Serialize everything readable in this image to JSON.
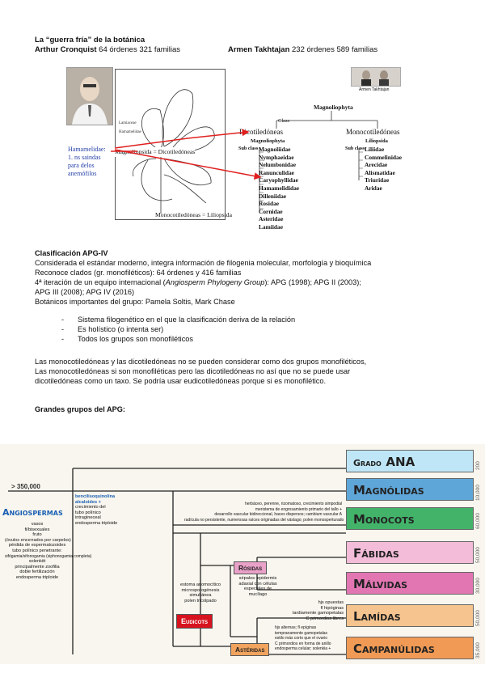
{
  "header": {
    "title": "La “guerra fría” de la botánica",
    "cronquist_name": "Arthur Cronquist",
    "cronquist_counts": "64 órdenes 321 familias",
    "takhtajan_name": "Armen Takhtajan",
    "takhtajan_counts": "232 órdenes 589 familias"
  },
  "figure1": {
    "photo_caption": "Armen Takhtajan",
    "hand_labels": {
      "hamamelidae": "Hamamelidae:",
      "amentos": "1. ns saindas",
      "paradelos": "para delos",
      "anemofilos": "anemófilos",
      "magnoliopsida": "Magnoliopsida = Dicotiledóneas",
      "monocot": "Monocotiledóneas = Liliopsida",
      "liliopsida_small": "Liliopsida"
    },
    "tree": {
      "root": "Magnoliophyta",
      "class_label": "Class",
      "dicot_title": "Dicotiledóneas",
      "dicot_sub": "Magnoliophyta",
      "monocot_title": "Monocotiledóneas",
      "monocot_sub": "Liliopsida",
      "subclass_label": "Sub class",
      "dicot_items": [
        "Magnoliidae",
        "Nymphaeidae",
        "Nelumbonidae",
        "Ranunculidae",
        "Caryophyllidae",
        "Hamamelididae",
        "Dilleniidae",
        "Rosidae",
        "Cornidae",
        "Asteridae",
        "Lamiidae"
      ],
      "monocot_items": [
        "Liliidae",
        "Commelinidae",
        "Arecidae",
        "Alismatidae",
        "Triuridae",
        "Aridae"
      ]
    }
  },
  "apg": {
    "title": "Clasificación APG-IV",
    "lines": [
      "Considerada el estándar moderno, integra información de filogenia molecular, morfología y bioquímica",
      "Reconoce clados (gr. monofiléticos): 64 órdenes y 416 familias",
      "4ª iteración de un equipo internacional (",
      "Angiosperm Phylogeny Group",
      "): APG (1998); APG II (2003);",
      "APG III (2008); APG IV (2016)",
      "Botánicos importantes del grupo: Pamela Soltis, Mark Chase"
    ],
    "bullets": [
      "Sistema filogenético en el que la clasificación deriva de la relación",
      "Es holístico (o intenta ser)",
      "Todos los grupos son monofiléticos"
    ],
    "paragraph": [
      "Las monocotiledóneas y las dicotiledóneas no se pueden considerar como dos grupos monofiléticos,",
      "Las monocotiledóneas si son monofiléticas pero las dicotiledóneas no así que no se puede usar",
      "dicotiledóneas como un taxo. Se podría usar eudicotiledóneas porque si es monofilético."
    ],
    "subtitle": "Grandes grupos del APG:"
  },
  "figure2": {
    "count_total": "> 350,000",
    "angio_label": "Angiospermas",
    "angio_traits": [
      "vasos",
      "fi/bisexuales",
      "fruto",
      "(óvulos encerrados por carpelos)",
      "pérdida de espermatozoides",
      "tubo polínico penetrante:",
      "sifógamia/sifonogamia (siphonogamia completa)",
      "solenkitt",
      "principalmente zoofilia",
      "doble fertilización",
      "endosperma triploide"
    ],
    "node1_text": [
      "bencilisoquinolina",
      "alcaloides +",
      "crecimiento del",
      "tubo polínico",
      "intragineceal",
      "endosperma triploide"
    ],
    "magn_traits": [
      "herbáceo, perenne, rizomatoso, crecimiento simpodial",
      "meristema de engrosamiento primario del tallo +",
      "desarrollo vascular bidireccional, haces dispersos; cambium vascular A",
      "radícula no persistente, numerosas raíces originadas del vástago; polen monosperturado"
    ],
    "eudicot_traits": [
      "estoma anomocítico",
      "microsporogénesis",
      "simultánea",
      "polen tricolpado"
    ],
    "eudicots_label": "Eudicots",
    "rosidas_label": "Rósidas",
    "rosid_traits": [
      "sépalos: epidermis",
      "adaxial con células",
      "especiales de",
      "mucílago"
    ],
    "fabid_traits": [
      "hjs opuestas",
      "fl hipóginas",
      "tardiamente gamopetalas",
      "C primordios libres"
    ],
    "asteridas_label": "Astéridas",
    "asterid_traits": [
      "hjs alternas; fl epíginas",
      "tempranamente gamopetalas",
      "estilo más corto que el ovario",
      "C primordios en forma de anillo",
      "endosperma celular; solenkia +"
    ],
    "groups": [
      {
        "pre": "Grado",
        "name": "ANA",
        "num": "200",
        "color": "#bfe6f6"
      },
      {
        "pre": "",
        "name": "Magnólidas",
        "num": "10,000",
        "color": "#5fa6d8"
      },
      {
        "pre": "",
        "name": "Monocots",
        "num": "60,000",
        "color": "#43b36a"
      },
      {
        "pre": "",
        "name": "Fábidas",
        "num": "50,000",
        "color": "#f3bcd8"
      },
      {
        "pre": "",
        "name": "Málvidas",
        "num": "30,000",
        "color": "#e276b3"
      },
      {
        "pre": "",
        "name": "Lamídas",
        "num": "50,000",
        "color": "#f6c48e"
      },
      {
        "pre": "",
        "name": "Campanúlidas",
        "num": "35,000",
        "color": "#f09a55"
      }
    ]
  }
}
